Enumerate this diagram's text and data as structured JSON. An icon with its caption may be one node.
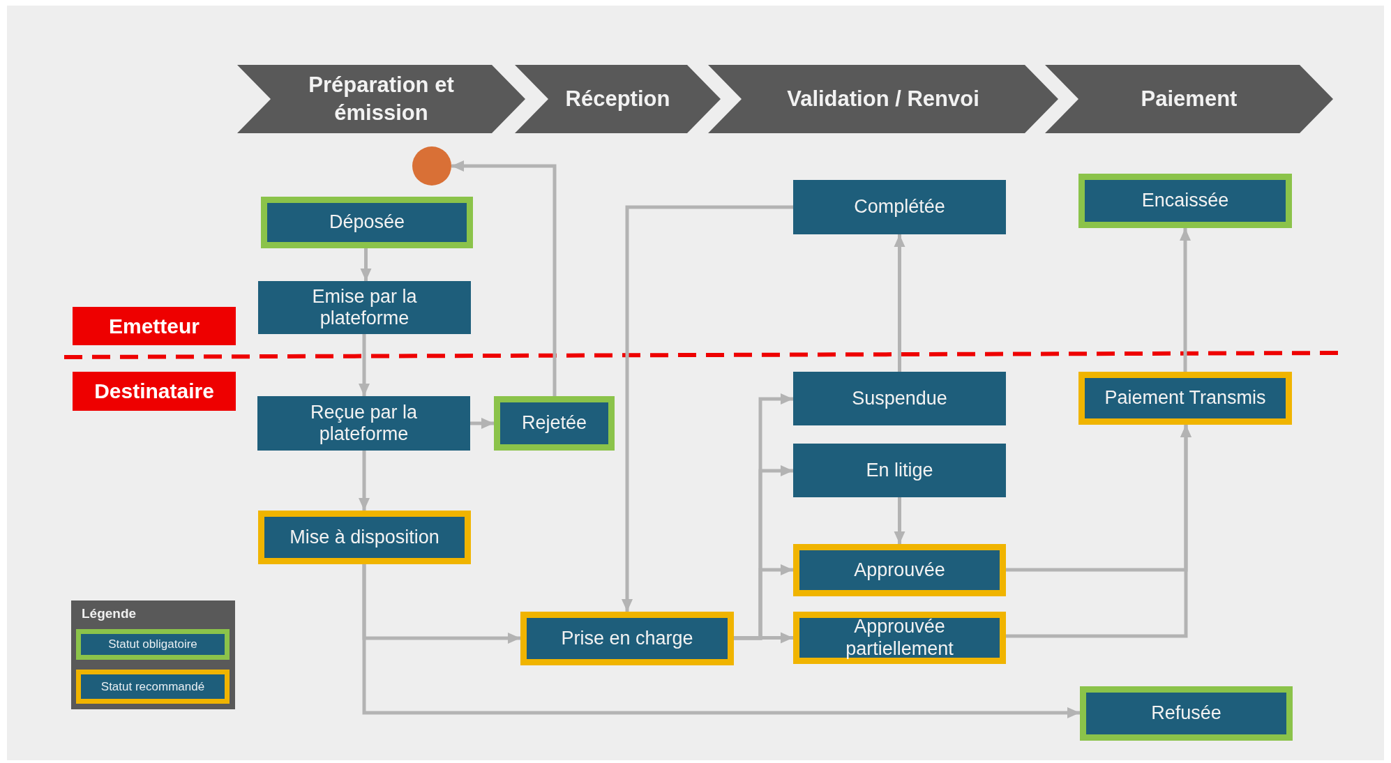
{
  "diagram": {
    "nodes": [
      {
        "text": [
          "Préparation et émission"
        ]
      },
      {
        "text": [
          "Réception"
        ]
      },
      {
        "text": [
          "Validation / Renvoi"
        ]
      },
      {
        "text": [
          "Paiement"
        ]
      },
      {
        "text": [],
        "shape": "circle"
      },
      {
        "text": [
          "Déposée"
        ]
      },
      {
        "text": [
          "Emise par la plateforme"
        ]
      },
      {
        "text": [
          "Reçue par la plateforme"
        ]
      },
      {
        "text": [
          "Rejetée"
        ]
      },
      {
        "text": [
          "Mise à disposition"
        ]
      },
      {
        "text": [
          "Prise en charge"
        ]
      },
      {
        "text": [
          "Complétée"
        ]
      },
      {
        "text": [
          "Suspendue"
        ]
      },
      {
        "text": [
          "En litige"
        ]
      },
      {
        "text": [
          "Approuvée"
        ]
      },
      {
        "text": [
          "Approuvée partiellement"
        ]
      },
      {
        "text": [
          "Encaissée"
        ]
      },
      {
        "text": [
          "Paiement Transmis"
        ]
      },
      {
        "text": [
          "Refusée"
        ]
      },
      {
        "text": [
          "Emetteur"
        ]
      },
      {
        "text": [
          "Destinataire"
        ]
      }
    ],
    "edges": [
      {
        "from": 5,
        "to": 6,
        "arrow": "to"
      },
      {
        "from": 6,
        "to": 7,
        "arrow": "to"
      },
      {
        "from": 7,
        "to": 8,
        "arrow": "to"
      },
      {
        "from": 8,
        "to": 4,
        "arrow": "to"
      },
      {
        "from": 7,
        "to": 9,
        "arrow": "to"
      },
      {
        "from": 9,
        "to": 10,
        "arrow": "to"
      },
      {
        "from": 9,
        "to": 18,
        "arrow": "to"
      },
      {
        "from": 11,
        "to": 10,
        "arrow": "to"
      },
      {
        "from": 10,
        "to": 12,
        "arrow": "to"
      },
      {
        "from": 10,
        "to": 13,
        "arrow": "to"
      },
      {
        "from": 10,
        "to": 14,
        "arrow": "to"
      },
      {
        "from": 10,
        "to": 15,
        "arrow": "to"
      },
      {
        "from": 12,
        "to": 11,
        "arrow": "to"
      },
      {
        "from": 13,
        "to": 14,
        "arrow": "to"
      },
      {
        "from": 14,
        "to": 17,
        "arrow": "to"
      },
      {
        "from": 15,
        "to": 17,
        "arrow": "to"
      },
      {
        "from": 17,
        "to": 16,
        "arrow": "to"
      }
    ],
    "labels": [
      "Légende"
    ],
    "legend": [
      {
        "text": "Statut obligatoire",
        "color": "#8bc34a"
      },
      {
        "text": "Statut recommandé",
        "color": "#f0b400"
      }
    ]
  }
}
